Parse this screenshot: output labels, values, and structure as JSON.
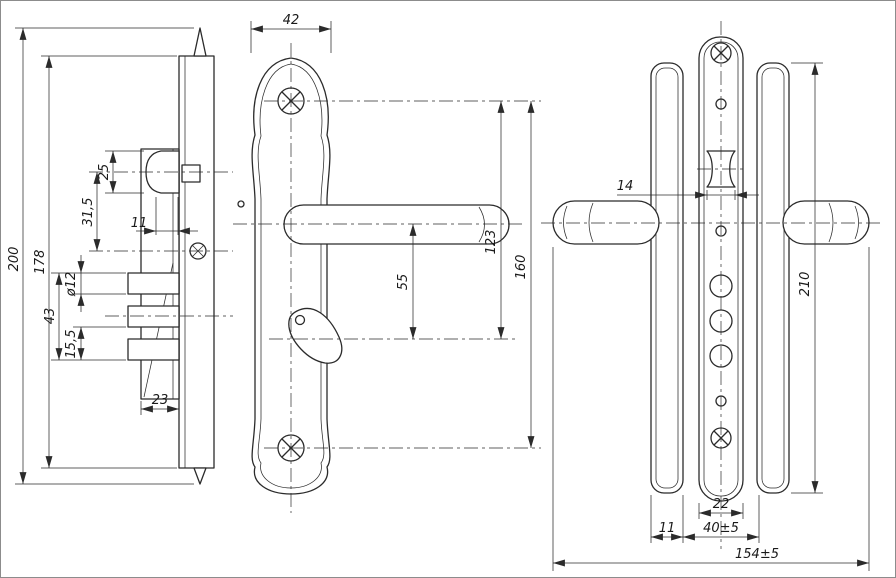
{
  "drawing": {
    "type": "technical-drawing",
    "subject": "door lock with lever handles, two views"
  },
  "style": {
    "line_color": "#2b2b2b",
    "background": "#ffffff"
  },
  "dims": {
    "left_view": {
      "d42": "42",
      "d200": "200",
      "d178": "178",
      "d25": "25",
      "d11_latch": "11",
      "d31_5": "31,5",
      "d12": "ø12",
      "d43": "43",
      "d15_5": "15,5",
      "d23": "23",
      "d55": "55",
      "d123": "123",
      "d160": "160"
    },
    "right_view": {
      "d14": "14",
      "d210": "210",
      "d22": "22",
      "d11_plate": "11",
      "d40": "40±5",
      "d154": "154±5"
    }
  }
}
